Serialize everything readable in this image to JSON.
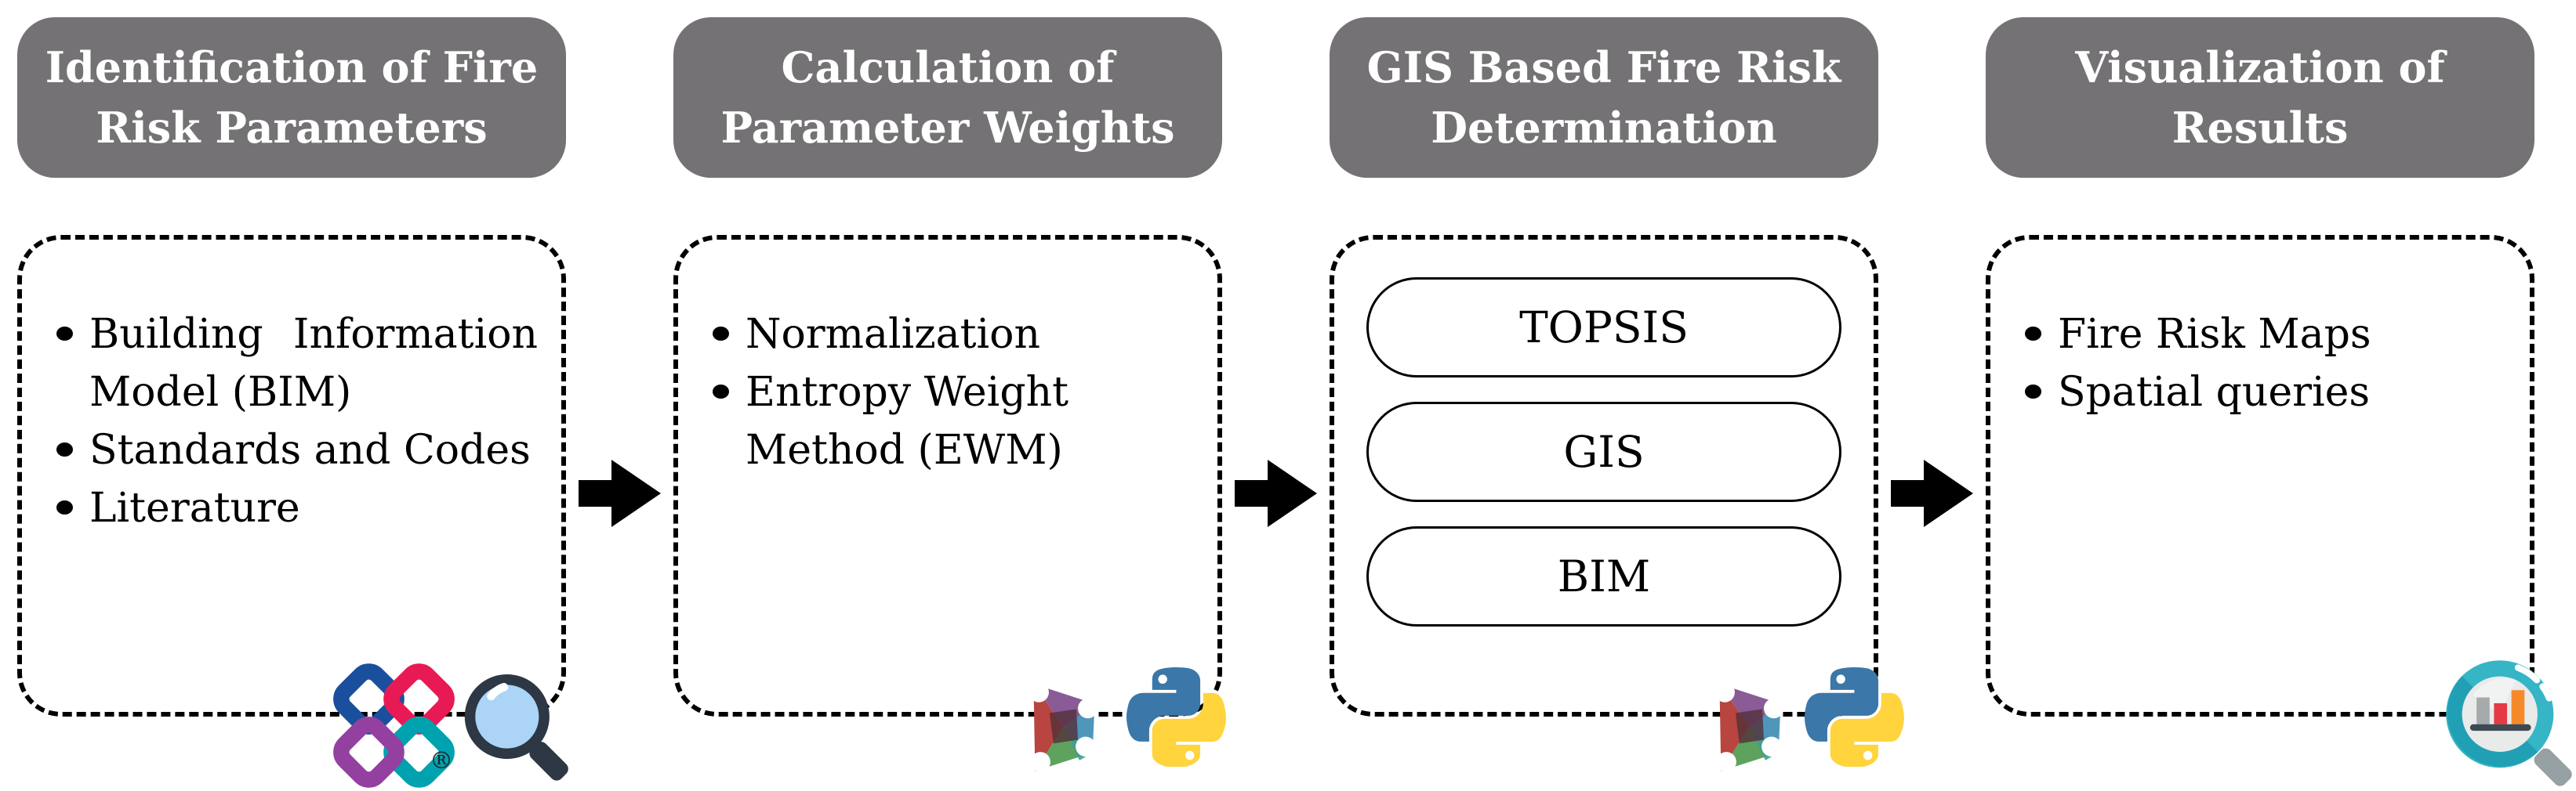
{
  "colors": {
    "header_bg": "#747274",
    "header_text": "#ffffff",
    "body_text": "#000000",
    "border": "#000000",
    "ifc_blue": "#1a4f9d",
    "ifc_red": "#e81a55",
    "ifc_purple": "#9340a0",
    "ifc_teal": "#00a2b0",
    "python_blue": "#3b77a8",
    "python_yellow": "#ffd43d",
    "magnifier_lens": "#abd4f6",
    "magnifier_frame": "#2d3844",
    "chart_teal": "#35b5c5",
    "chart_bar_gray": "#a5abad",
    "chart_bar_red": "#e53a46",
    "chart_bar_orange": "#f68a2b"
  },
  "columns": [
    {
      "header_lines": [
        "Identification of Fire",
        "Risk Parameters"
      ],
      "bullets": [
        "Building Information Model (BIM)",
        "Standards and Codes",
        "Literature"
      ],
      "icons": [
        "ifc-buildingsmart-logo",
        "magnifier"
      ],
      "registered_mark": "®"
    },
    {
      "header_lines": [
        "Calculation of",
        "Parameter Weights"
      ],
      "bullets": [
        "Normalization",
        "Entropy Weight Method (EWM)"
      ],
      "icons": [
        "ifcopenshell-logo",
        "python-logo"
      ]
    },
    {
      "header_lines": [
        "GIS Based Fire Risk",
        "Determination"
      ],
      "pills": [
        "TOPSIS",
        "GIS",
        "BIM"
      ],
      "icons": [
        "ifcopenshell-logo",
        "python-logo"
      ]
    },
    {
      "header_lines": [
        "Visualization of",
        "Results"
      ],
      "bullets": [
        "Fire Risk Maps",
        "Spatial queries"
      ],
      "icons": [
        "chart-magnifier"
      ]
    }
  ]
}
